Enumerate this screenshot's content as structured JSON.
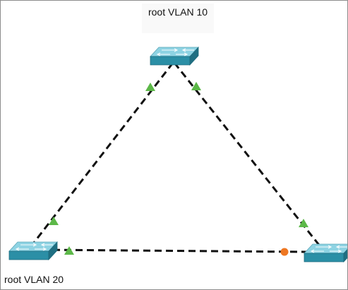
{
  "nodes": [
    {
      "id": "switch-top",
      "label": "root VLAN 10",
      "icon": "switch-icon"
    },
    {
      "id": "switch-left",
      "label": "root VLAN 20",
      "icon": "switch-icon"
    },
    {
      "id": "switch-right",
      "label": "",
      "icon": "switch-icon"
    }
  ],
  "links": [
    {
      "from": "switch-top",
      "to": "switch-left",
      "end_states": [
        "forwarding",
        "forwarding"
      ]
    },
    {
      "from": "switch-top",
      "to": "switch-right",
      "end_states": [
        "forwarding",
        "forwarding"
      ]
    },
    {
      "from": "switch-left",
      "to": "switch-right",
      "end_states": [
        "forwarding",
        "blocking"
      ]
    }
  ],
  "colors": {
    "forwarding": "#5cb848",
    "blocking": "#ee7722",
    "link": "#111111",
    "switch_top": "#8ed3e3",
    "switch_front": "#2b8fa6",
    "switch_side": "#1f6f82"
  }
}
